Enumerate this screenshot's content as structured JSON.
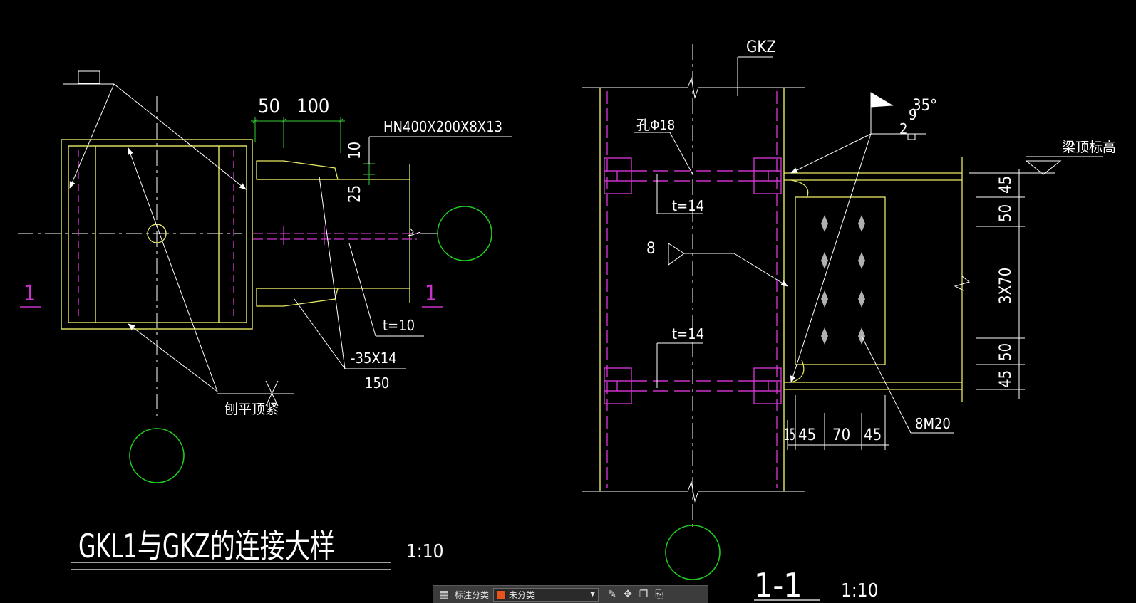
{
  "colors": {
    "background": "#000000",
    "steel": "#e8e864",
    "bolt": "#cc33cc",
    "dimension": "#33cc33",
    "annotation": "#ffffff",
    "axis_bubble": "#22cc22",
    "section_mark": "#cc33cc",
    "category_swatch": "#e8541c"
  },
  "left_view": {
    "dim_50": "50",
    "dim_100": "100",
    "dim_10": "10",
    "dim_25": "25",
    "beam_label": "HN400X200X8X13",
    "stiffener_t": "t=10",
    "plate_label": "-35X14",
    "plate_len": "150",
    "note_label": "刨平顶紧",
    "section_left": "1",
    "section_right": "1",
    "title": "GKL1与GKZ的连接大样",
    "scale": "1:10"
  },
  "right_view": {
    "column_label": "GKZ",
    "hole_label": "孔Φ18",
    "plate_t_top": "t=14",
    "plate_t_bottom": "t=14",
    "weld_size": "8",
    "weld_angle": "35°",
    "weld_9": "9",
    "weld_2": "2",
    "beam_top_label": "梁顶标高",
    "dims_right": [
      "45",
      "50",
      "3X70",
      "50",
      "45"
    ],
    "dims_bottom": [
      "15",
      "45",
      "70",
      "45"
    ],
    "bolt_label": "8M20",
    "section_title": "1-1",
    "scale": "1:10"
  },
  "toolbar": {
    "grid_icon": "grid-icon",
    "label": "标注分类",
    "selected": "未分类",
    "icons": [
      "edit-icon",
      "move-icon",
      "copy-icon",
      "paste-icon"
    ]
  }
}
